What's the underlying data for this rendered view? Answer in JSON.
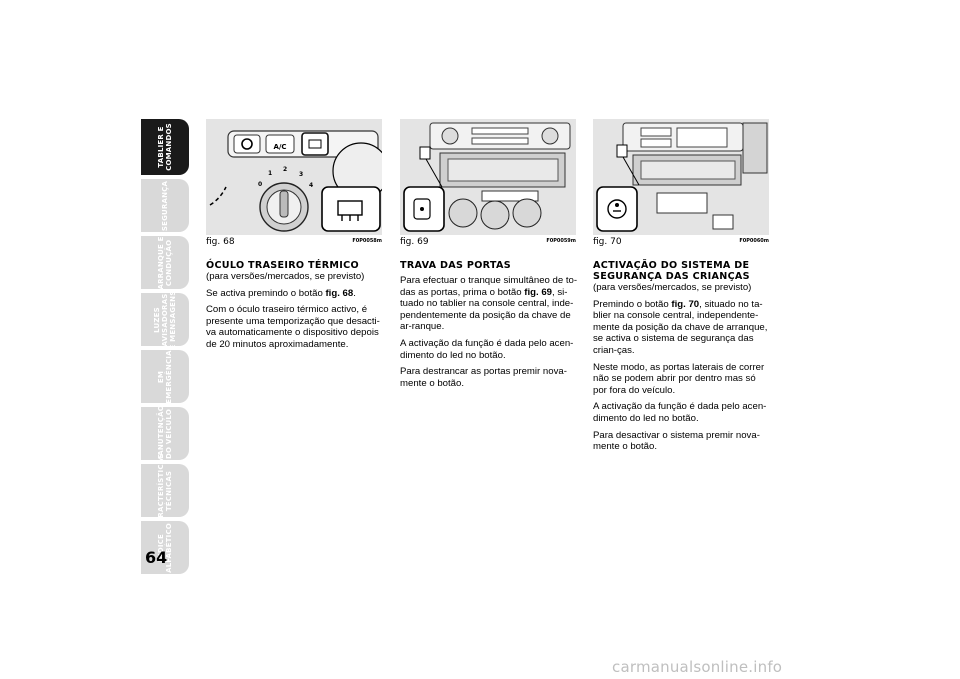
{
  "side_tabs": [
    {
      "lines": [
        "TABLIER E",
        "COMANDOS"
      ],
      "active": true,
      "h": 56
    },
    {
      "lines": [
        "SEGURANÇA"
      ],
      "active": false,
      "h": 53
    },
    {
      "lines": [
        "ARRANQUE E",
        "CONDUÇÃO"
      ],
      "active": false,
      "h": 53
    },
    {
      "lines": [
        "LUZES",
        "AVISADORAS",
        "E MENSAGENS"
      ],
      "active": false,
      "h": 53
    },
    {
      "lines": [
        "EM",
        "EMERGÊNCIA"
      ],
      "active": false,
      "h": 53
    },
    {
      "lines": [
        "MANUTENÇÃO",
        "DO VEÍCULO"
      ],
      "active": false,
      "h": 53
    },
    {
      "lines": [
        "CARACTERÍSTICAS",
        "TÉCNICAS"
      ],
      "active": false,
      "h": 53
    },
    {
      "lines": [
        "ÍNDICE",
        "ALFABÉTICO"
      ],
      "active": false,
      "h": 53
    }
  ],
  "page_number": "64",
  "figures": [
    {
      "caption": "fig. 68",
      "code": "F0P0058m"
    },
    {
      "caption": "fig. 69",
      "code": "F0P0059m"
    },
    {
      "caption": "fig. 70",
      "code": "F0P0060m"
    }
  ],
  "fig68_labels": {
    "ac": "A/C",
    "dial": [
      "0",
      "1",
      "2",
      "3",
      "4"
    ]
  },
  "sections": {
    "rear_window": {
      "title": "ÓCULO TRASEIRO TÉRMICO",
      "subtitle": "(para versões/mercados, se previsto)",
      "p1_pre": "Se activa premindo o botão ",
      "p1_ref": "fig. 68",
      "p1_post": ".",
      "p2": "Com o óculo traseiro térmico activo, é presente uma temporização que desacti-va automaticamente o dispositivo depois de 20 minutos aproximadamente."
    },
    "door_lock": {
      "title": "TRAVA DAS PORTAS",
      "p1_pre": "Para efectuar o tranque simultâneo de to-das as portas, prima o botão ",
      "p1_ref": "fig. 69",
      "p1_post": ", si-tuado no tablier na console central, inde-pendentemente da posição da chave de ar-ranque.",
      "p2": "A activação da função é dada pelo acen-dimento do led no botão.",
      "p3": "Para destrancar as portas premir nova-mente o botão."
    },
    "child_safety": {
      "title_line1": "ACTIVAÇÃO DO SISTEMA DE",
      "title_line2": "SEGURANÇA DAS CRIANÇAS",
      "subtitle": "(para versões/mercados, se previsto)",
      "p1_pre": "Premindo o botão ",
      "p1_ref": "fig. 70",
      "p1_post": ", situado no ta-blier na console central, independente-mente da posição da chave de arranque, se activa o sistema de segurança das crian-ças.",
      "p2": "Neste modo, as portas laterais de correr não se podem abrir por dentro mas só por fora do veículo.",
      "p3": "A activação da função é dada pelo acen-dimento do led no botão.",
      "p4": "Para desactivar o sistema premir nova-mente o botão."
    }
  },
  "watermark": "carmanualsonline.info",
  "colors": {
    "tab_inactive": "#d9d9d9",
    "tab_active": "#1a1a1a",
    "figure_bg": "#e6e6e6"
  }
}
